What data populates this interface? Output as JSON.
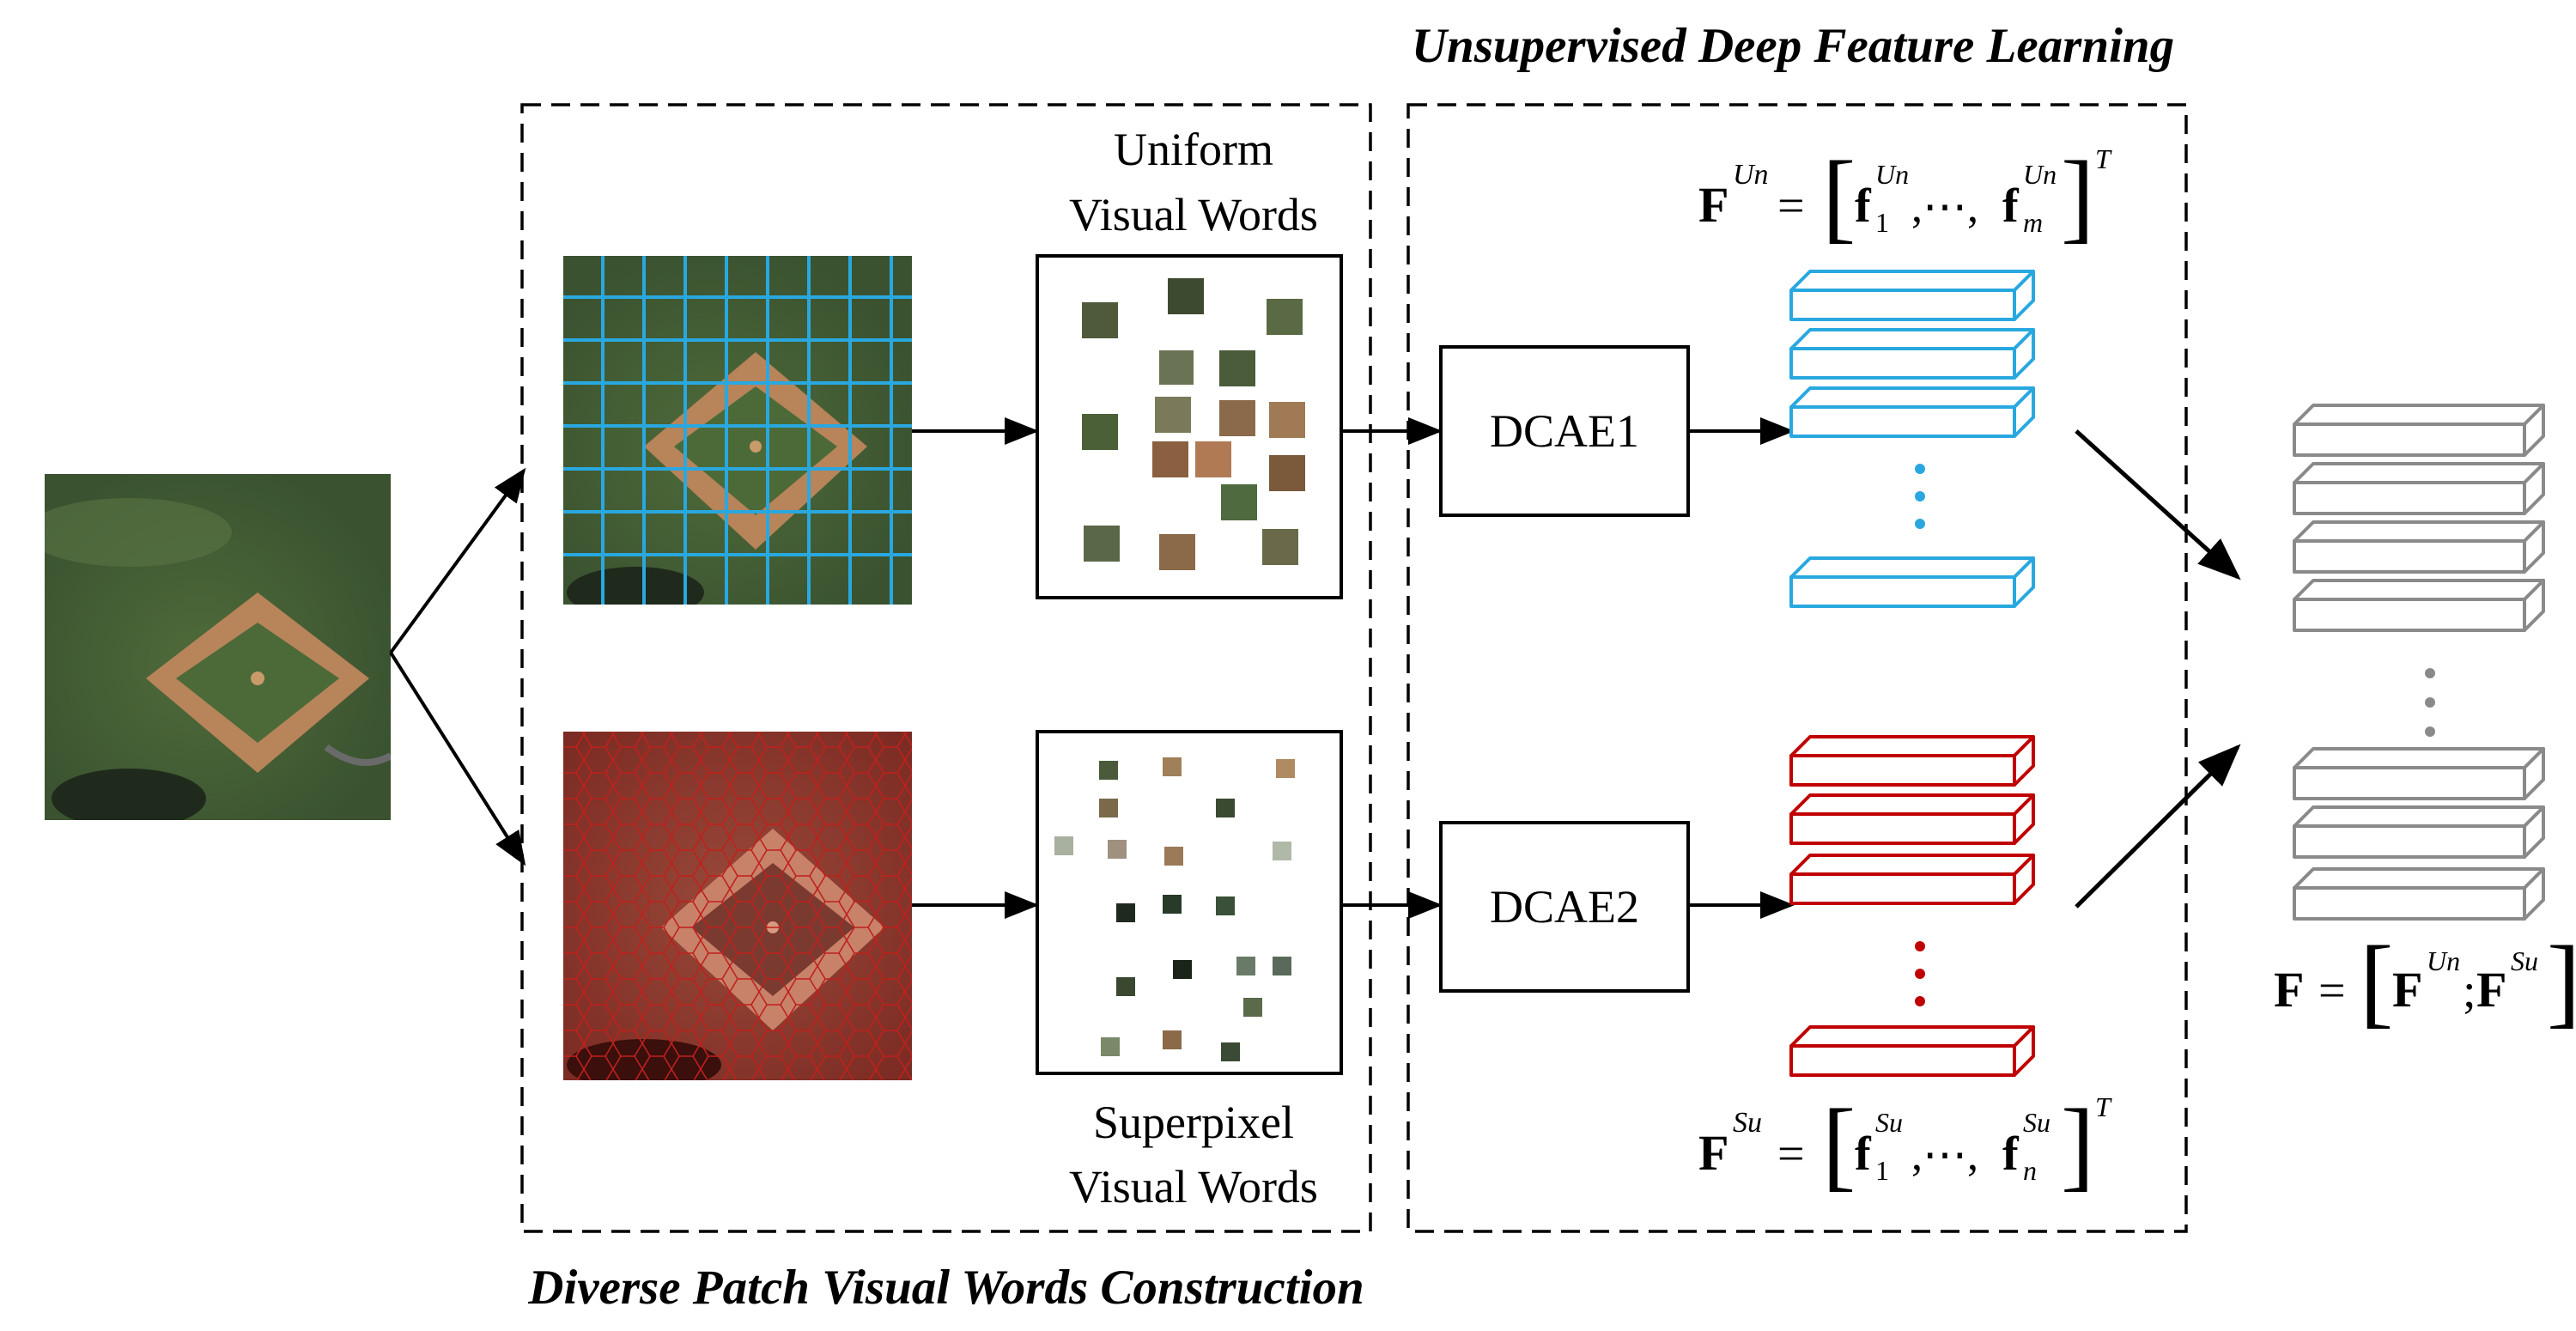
{
  "titles": {
    "top": "Unsupervised Deep Feature Learning",
    "bottom": "Diverse Patch Visual Words Construction"
  },
  "labels": {
    "uniform_line1": "Uniform",
    "uniform_line2": "Visual Words",
    "superpixel_line1": "Superpixel",
    "superpixel_line2": "Visual Words"
  },
  "nodes": {
    "dcae1": "DCAE1",
    "dcae2": "DCAE2"
  },
  "formulas": {
    "fun": {
      "F": "F",
      "F_sup": "Un",
      "eq": "=",
      "f1": "f",
      "f1_sup": "Un",
      "f1_sub": "1",
      "dots": ",⋯,",
      "fm": "f",
      "fm_sup": "Un",
      "fm_sub": "m",
      "T": "T"
    },
    "fsu": {
      "F": "F",
      "F_sup": "Su",
      "eq": "=",
      "f1": "f",
      "f1_sup": "Su",
      "f1_sub": "1",
      "dots": ",⋯,",
      "fn": "f",
      "fn_sup": "Su",
      "fn_sub": "n",
      "T": "T"
    },
    "final": {
      "F": "F",
      "eq": "=",
      "a": "F",
      "a_sup": "Un",
      "semi": ";",
      "b": "F",
      "b_sup": "Su"
    }
  },
  "colors": {
    "uniform_features": "#29a8e0",
    "superpixel_features": "#c00000",
    "fused_features": "#8a8a8a",
    "grid": "#29a8e0",
    "superpixel_mesh": "#c0201c"
  }
}
